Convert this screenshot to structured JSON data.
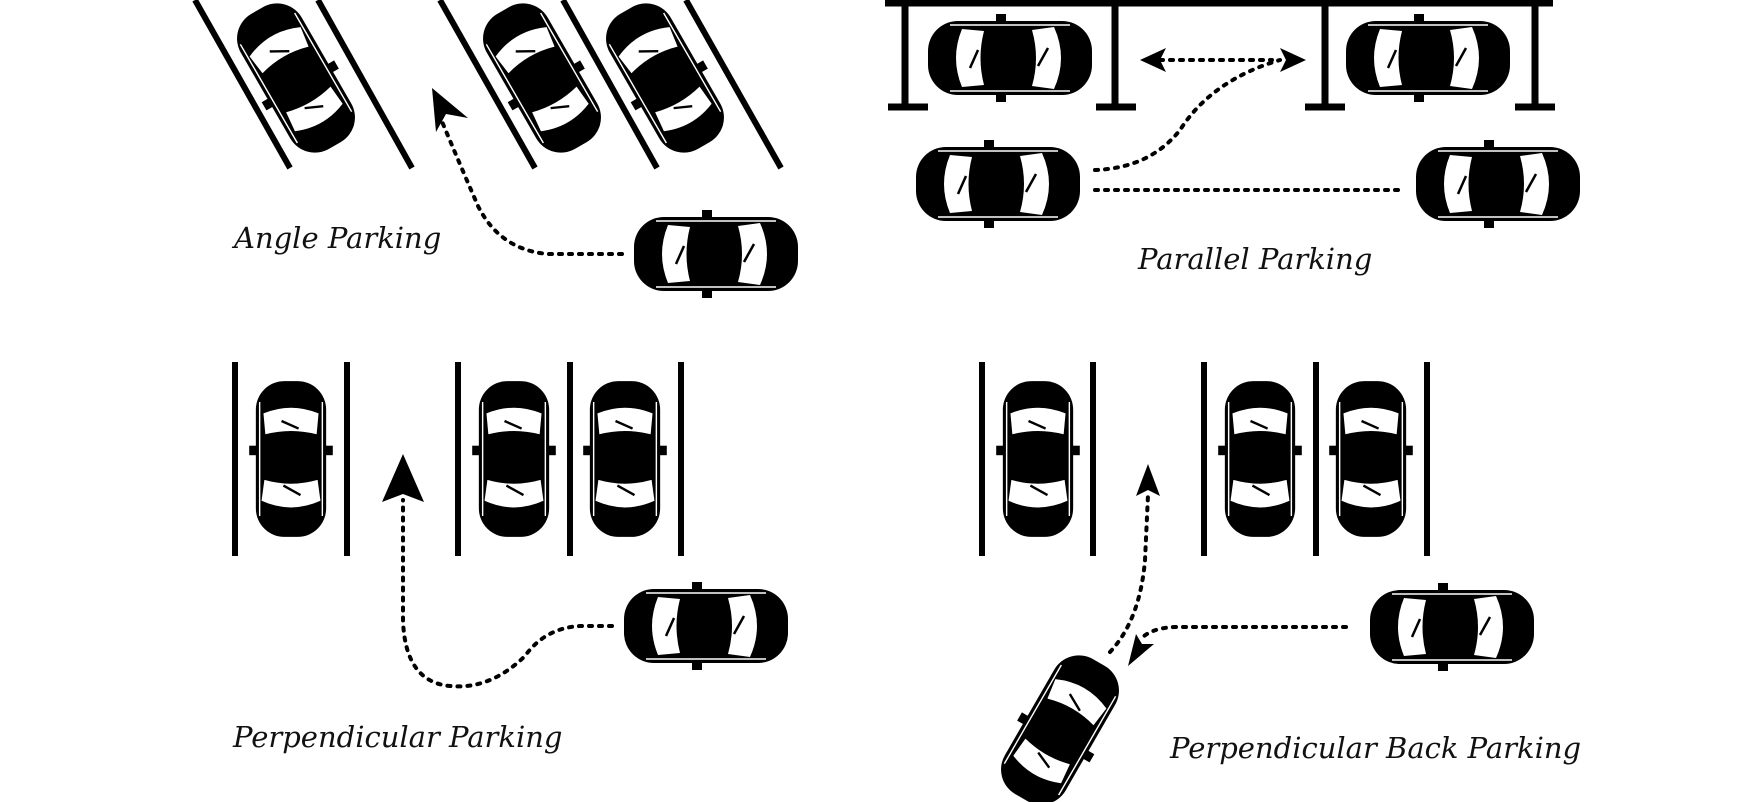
{
  "labels": {
    "angle": "Angle Parking",
    "parallel": "Parallel Parking",
    "perpendicular": "Perpendicular Parking",
    "perpendicular_back": "Perpendicular Back Parking"
  },
  "style": {
    "ink": "#000000",
    "background": "#ffffff",
    "car_icon": "car-top-view-icon",
    "arrow_icon": "dotted-arrow-icon"
  }
}
